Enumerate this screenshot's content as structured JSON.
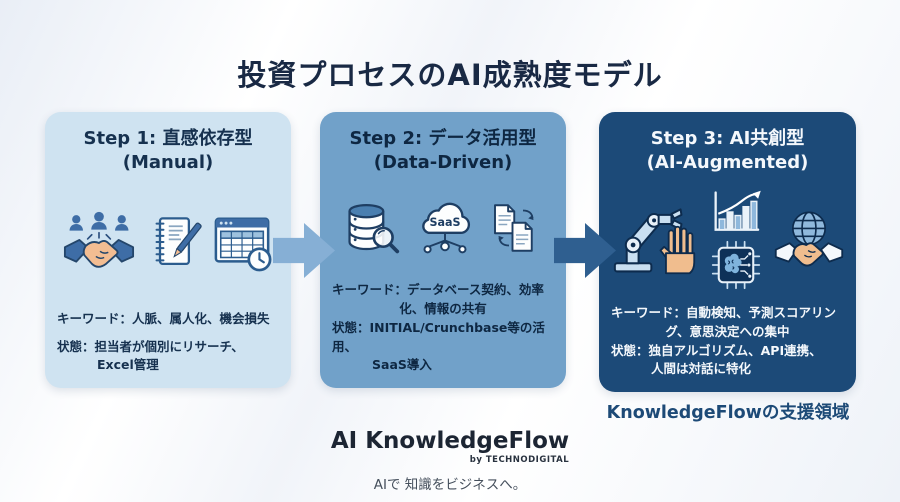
{
  "page": {
    "title": "投資プロセスのAI成熟度モデル"
  },
  "steps": [
    {
      "title": "Step 1: 直感依存型",
      "subtitle": "(Manual)",
      "keyword_line1": "キーワード：人脈、属人化、機会損失",
      "status_line1": "状態：担当者が個別にリサーチ、",
      "status_line2": "Excel管理",
      "icons": [
        "handshake-network",
        "notebook-pen",
        "spreadsheet-clock"
      ]
    },
    {
      "title": "Step 2: データ活用型",
      "subtitle": "(Data-Driven)",
      "keyword_line1": "キーワード：データベース契約、効率",
      "keyword_line2": "化、情報の共有",
      "status_line1": "状態：INITIAL/Crunchbase等の活用、",
      "status_line2": "SaaS導入",
      "cloud_label": "SaaS",
      "icons": [
        "database-search",
        "saas-cloud",
        "documents-sync"
      ]
    },
    {
      "title": "Step 3: AI共創型",
      "subtitle": "(AI-Augmented)",
      "keyword_line1": "キーワード：自動検知、予測スコアリン",
      "keyword_line2": "グ、意思決定への集中",
      "status_line1": "状態：独自アルゴリズム、API連携、",
      "status_line2": "人間は対話に特化",
      "icons": [
        "robot-arm-hand",
        "growth-chart",
        "ai-chip",
        "globe-handshake"
      ]
    }
  ],
  "support_note": "KnowledgeFlowの支援領域",
  "footer": {
    "brand": "AI KnowledgeFlow",
    "byline": "by TECHNODIGITAL",
    "tagline": "AIで 知識をビジネスへ。"
  },
  "colors": {
    "step1_bg": "#cfe3f1",
    "step2_bg": "#71a1c9",
    "step3_bg": "#1c4a78",
    "arrow_light": "#86afd5",
    "arrow_dark": "#2f5f90",
    "title_text": "#192944",
    "support_text": "#1d4a77"
  }
}
